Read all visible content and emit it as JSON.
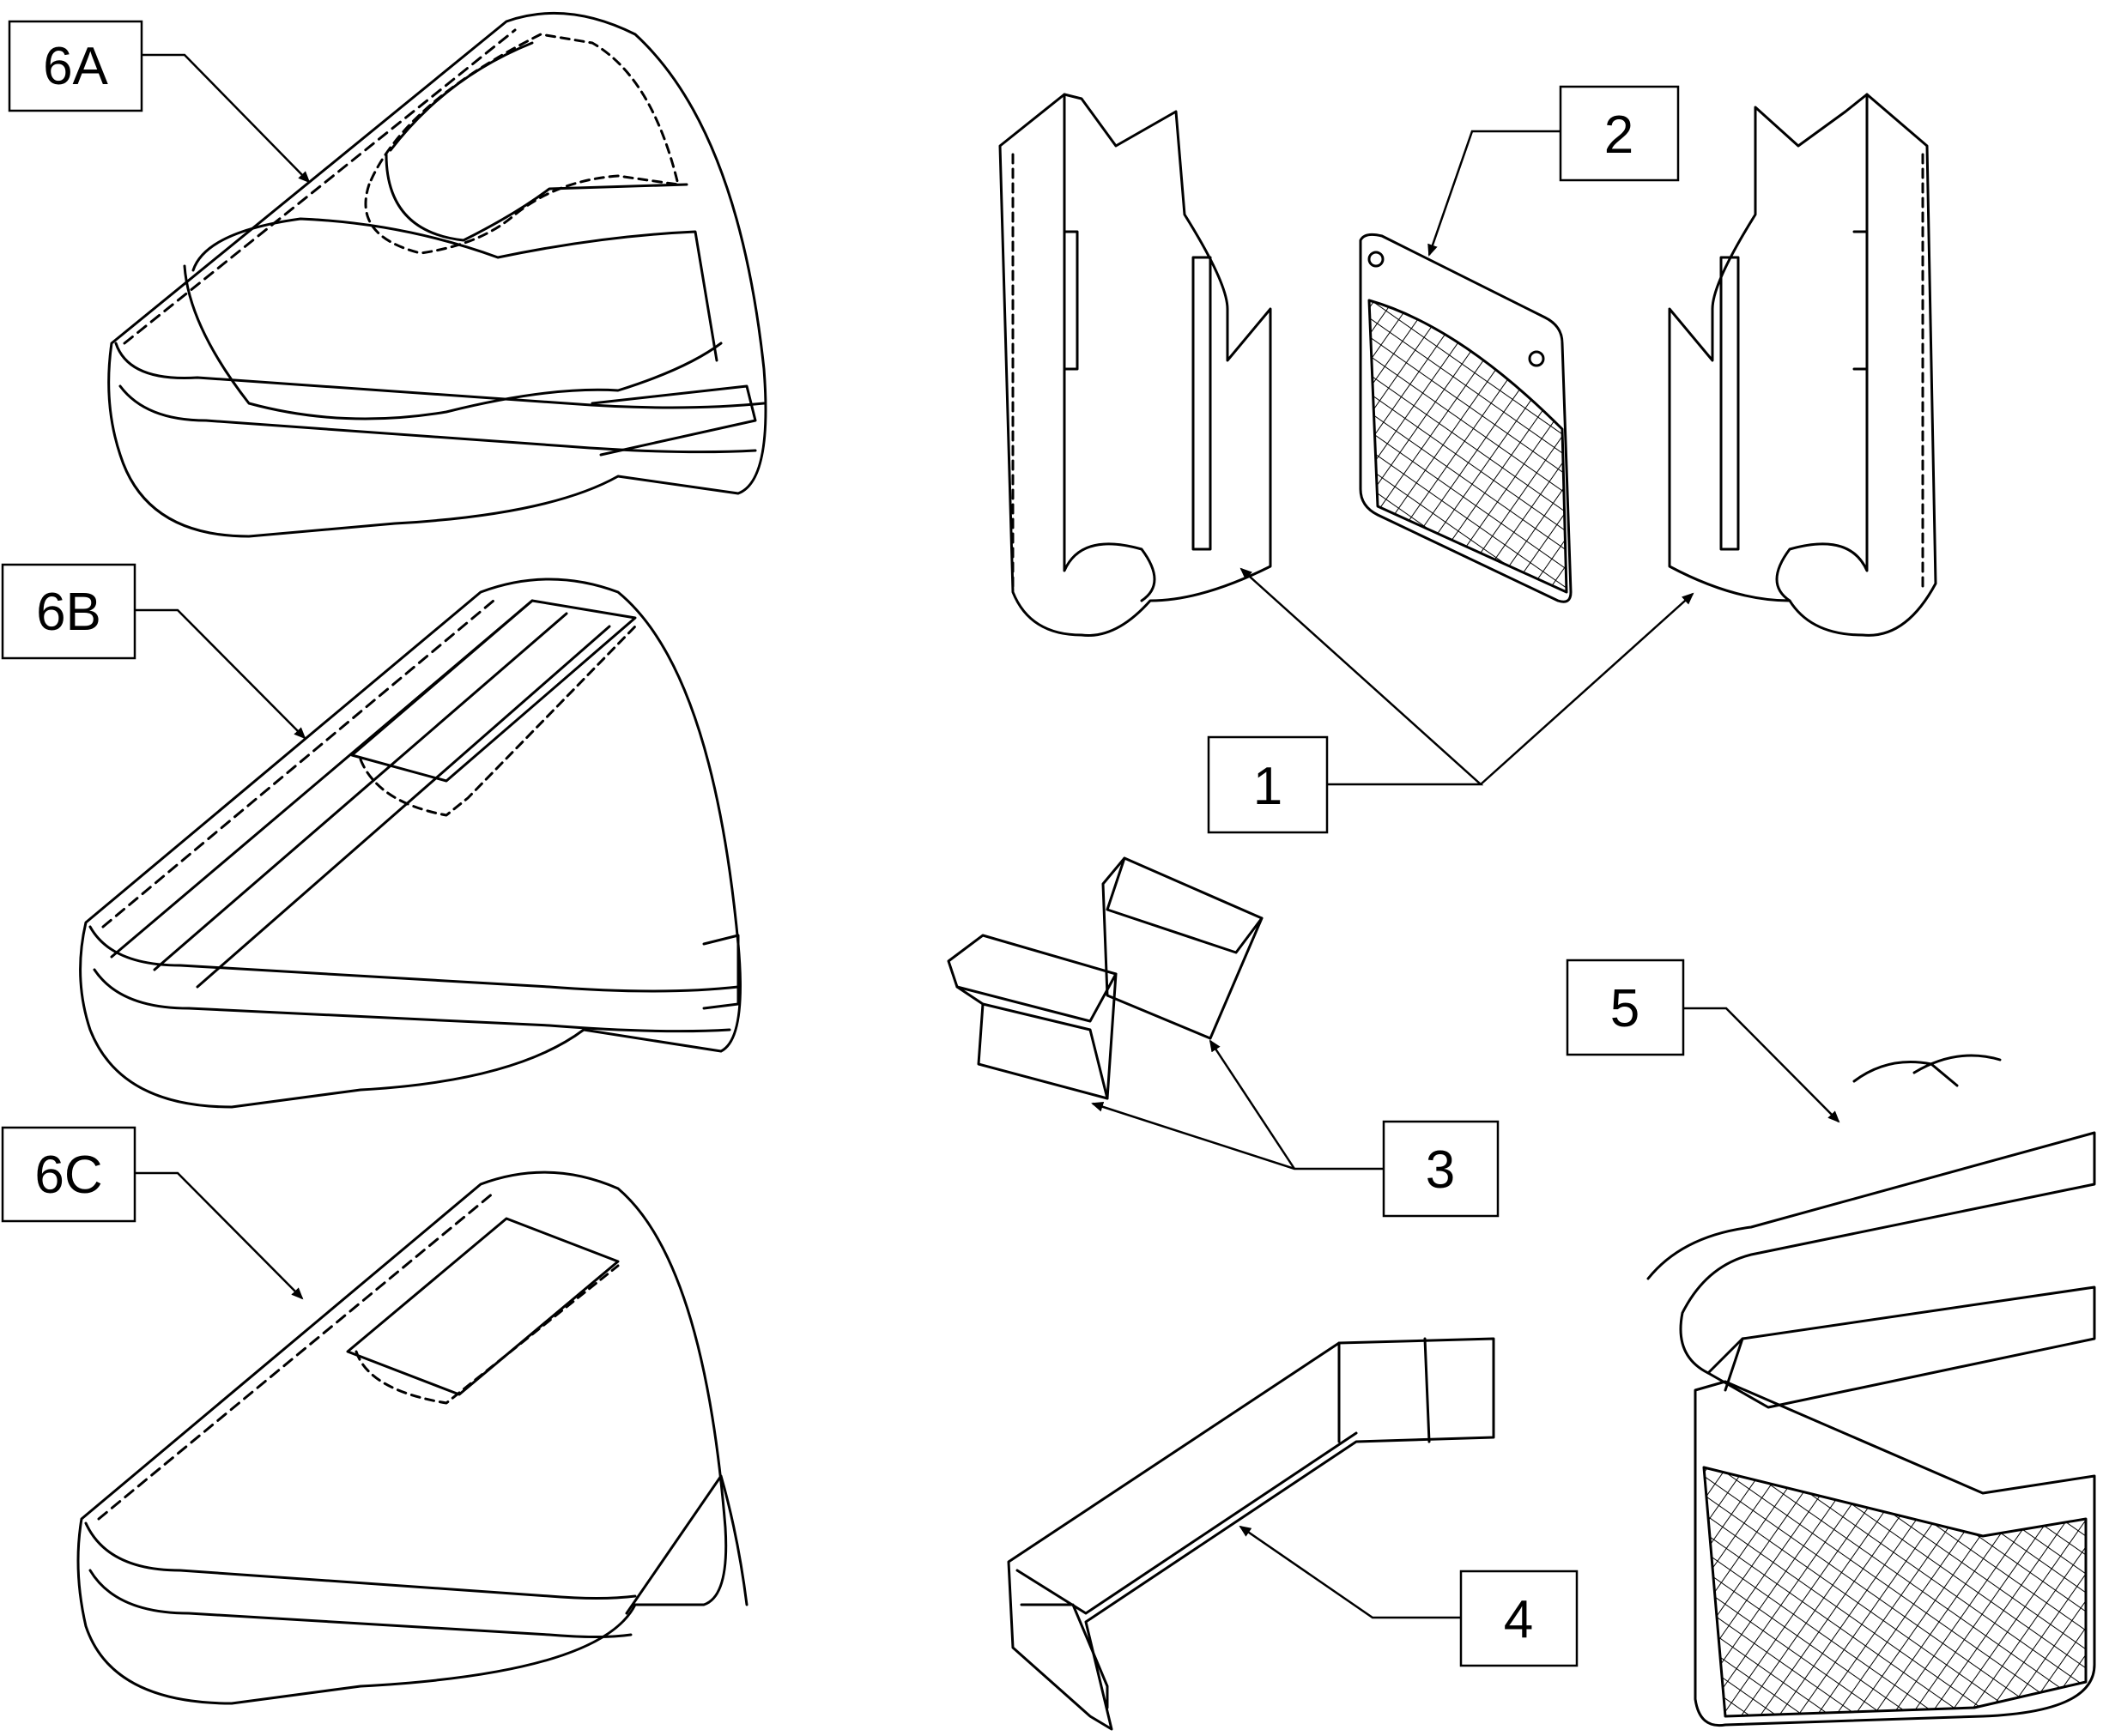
{
  "diagram": {
    "callouts": {
      "c6a": "6A",
      "c6b": "6B",
      "c6c": "6C",
      "c1": "1",
      "c2": "2",
      "c3": "3",
      "c4": "4",
      "c5": "5"
    },
    "parts": {
      "p6a": "cushion-with-two-tone-cover",
      "p6b": "cushion-with-striped-cover",
      "p6c": "cushion-with-plain-cover",
      "p1": "side-guard-pair",
      "p2": "mesh-pocket-pouch",
      "p3": "clip-on-pads",
      "p4": "folding-bracket-strap",
      "p5": "mesh-storage-bag"
    },
    "colors": {
      "line": "#000000",
      "background": "#ffffff"
    }
  }
}
